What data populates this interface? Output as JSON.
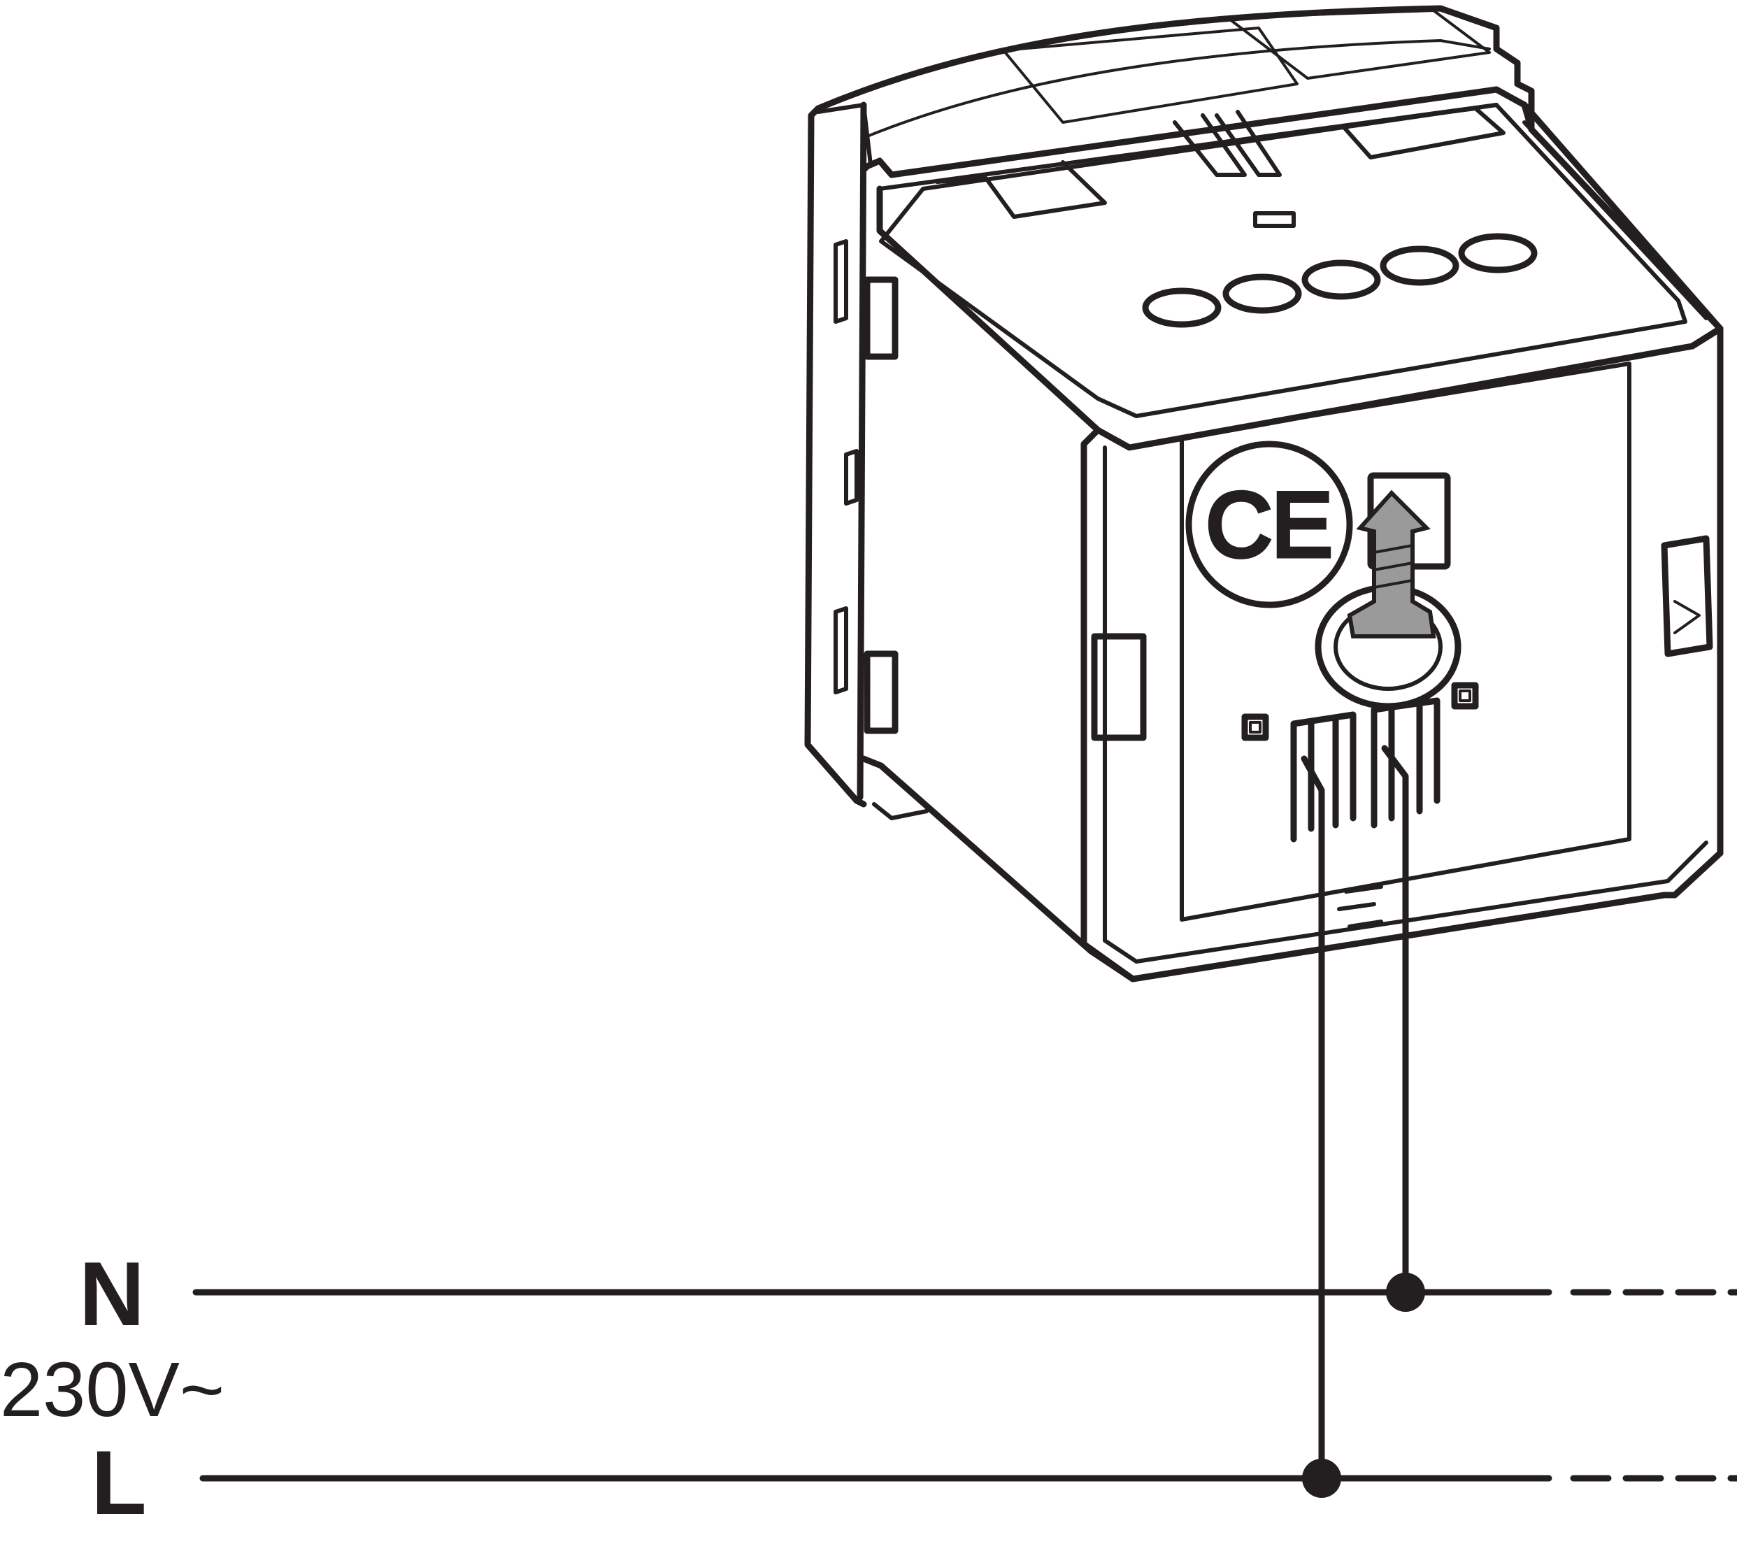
{
  "labels": {
    "neutral": "N",
    "voltage": "230V~",
    "live": "L"
  },
  "mark": {
    "ce": "CE"
  },
  "colors": {
    "ink": "#231f20",
    "screw": "#9a9a9a",
    "background": "#ffffff"
  }
}
